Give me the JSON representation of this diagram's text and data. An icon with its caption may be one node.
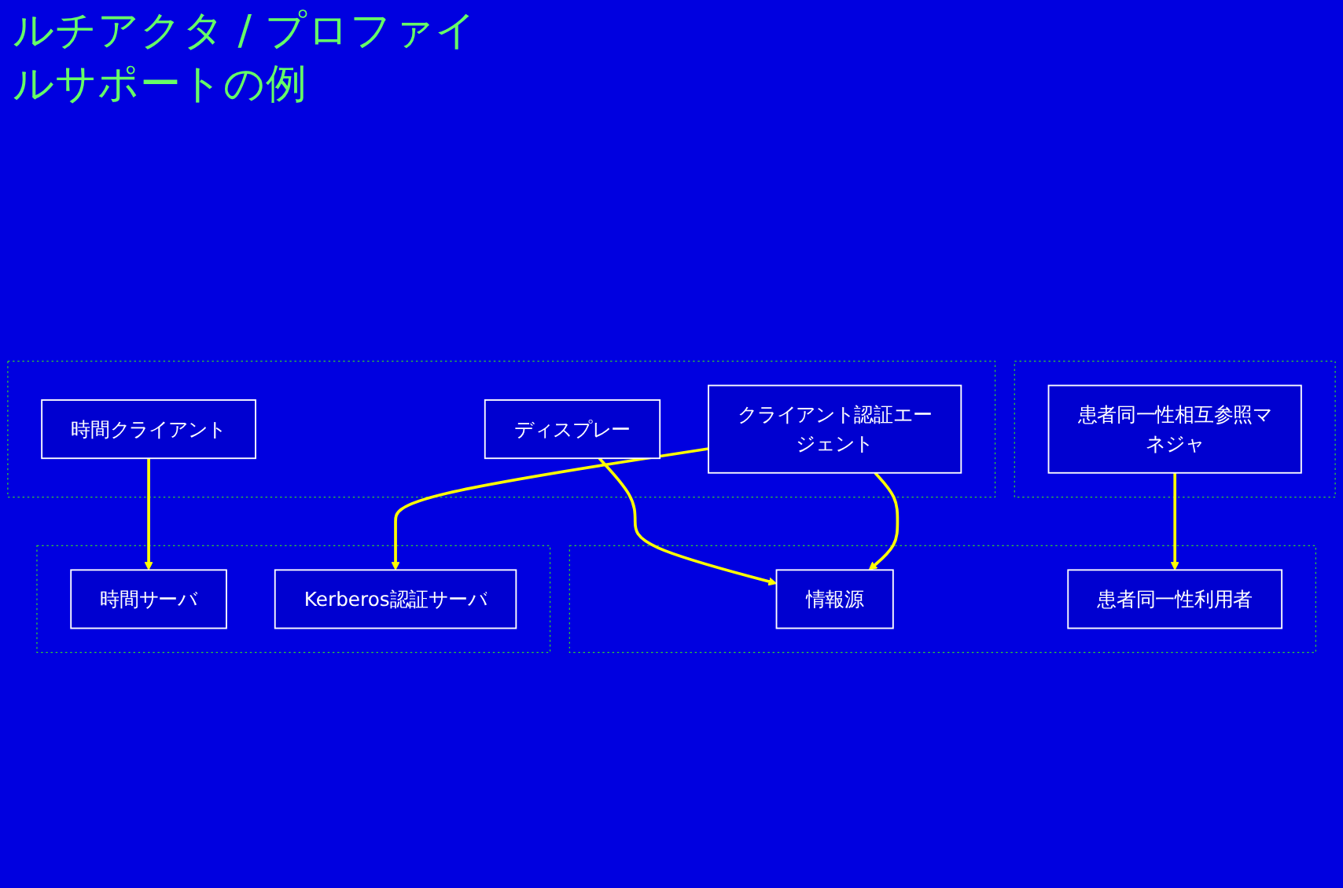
{
  "diagram": {
    "title": "ルチアクタ / プロファイルサポートの例",
    "nodes": [
      {
        "text": [],
        "shape": "box"
      },
      {
        "text": [
          "患者同一性相互参照マネジャ"
        ],
        "in": 0
      },
      {
        "text": [],
        "shape": "box"
      },
      {
        "text": [
          "ディスプレー"
        ],
        "in": 2
      },
      {
        "text": [
          "クライアント認証エージェント"
        ],
        "in": 2
      },
      {
        "text": [
          "時間クライアント"
        ],
        "in": 2
      },
      {
        "text": [],
        "shape": "box"
      },
      {
        "text": [
          "情報源"
        ],
        "in": 6
      },
      {
        "text": [
          "患者同一性利用者"
        ],
        "in": 6
      },
      {
        "text": [],
        "shape": "box"
      },
      {
        "text": [
          "時間サーバ"
        ],
        "in": 9
      },
      {
        "text": [
          "Kerberos認証サーバ"
        ],
        "in": 9
      }
    ],
    "edges": [
      {
        "from": 3,
        "to": 7,
        "arrow": "to"
      },
      {
        "from": 4,
        "to": 7,
        "arrow": "to"
      },
      {
        "from": 1,
        "to": 8,
        "arrow": "to"
      },
      {
        "from": 4,
        "to": 11,
        "arrow": "to"
      },
      {
        "from": 5,
        "to": 10,
        "arrow": "to"
      }
    ]
  }
}
